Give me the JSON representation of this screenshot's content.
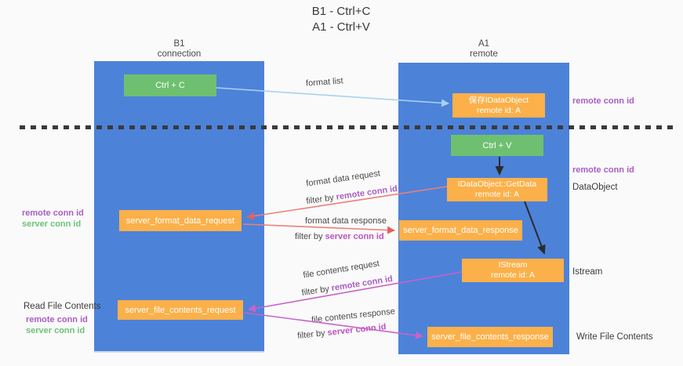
{
  "title": {
    "line1": "B1 - Ctrl+C",
    "line2": "A1 - Ctrl+V"
  },
  "lifelines": {
    "b1": {
      "name": "B1",
      "role": "connection"
    },
    "a1": {
      "name": "A1",
      "role": "remote"
    }
  },
  "boxes": {
    "ctrl_c": {
      "label": "Ctrl + C"
    },
    "ctrl_v": {
      "label": "Ctrl + V"
    },
    "save_idataobject": {
      "line1": "保存IDataObject",
      "line2": "remote id: A"
    },
    "getdata": {
      "line1": "IDataObject::GetData",
      "line2": "remote id: A"
    },
    "istream": {
      "line1": "IStream",
      "line2": "remote id: A"
    },
    "server_format_data_request": {
      "label": "server_format_data_request"
    },
    "server_format_data_response": {
      "label": "server_format_data_response"
    },
    "server_file_contents_request": {
      "label": "server_file_contents_request"
    },
    "server_file_contents_response": {
      "label": "server_file_contents_response"
    }
  },
  "arrows": {
    "format_list": {
      "label": "format list"
    },
    "format_data_request": {
      "label": "format data request",
      "filter_prefix": "filter by ",
      "filter_value": "remote conn id"
    },
    "format_data_response": {
      "label": "format data response",
      "filter_prefix": "filter by ",
      "filter_value": "server conn id"
    },
    "file_contents_request": {
      "label": "file contents request",
      "filter_prefix": "filter by ",
      "filter_value": "remote conn id"
    },
    "file_contents_response": {
      "label": "file contents response",
      "filter_prefix": "filter by ",
      "filter_value": "server conn id"
    }
  },
  "side_labels": {
    "right_remote_conn_id_top": "remote conn id",
    "right_remote_conn_id_mid": "remote conn id",
    "dataobject": "DataObject",
    "istream": "Istream",
    "write_file_contents": "Write File Contents",
    "left_remote_conn_id": "remote conn id",
    "left_server_conn_id": "server conn id",
    "read_file_contents": "Read File Contents",
    "read_remote_conn_id": "remote conn id",
    "read_server_conn_id": "server conn id"
  },
  "colors": {
    "lifeline_blue": "#4d82d9",
    "box_green": "#6ec070",
    "box_orange": "#fbb049",
    "arrow_light_blue": "#a6d2f0",
    "arrow_salmon": "#ec7f78",
    "arrow_magenta": "#c763c9",
    "arrow_black": "#2b2b2b",
    "text_purple": "#a95ec3",
    "text_green": "#6cc375",
    "text_magenta": "#bd53be"
  }
}
